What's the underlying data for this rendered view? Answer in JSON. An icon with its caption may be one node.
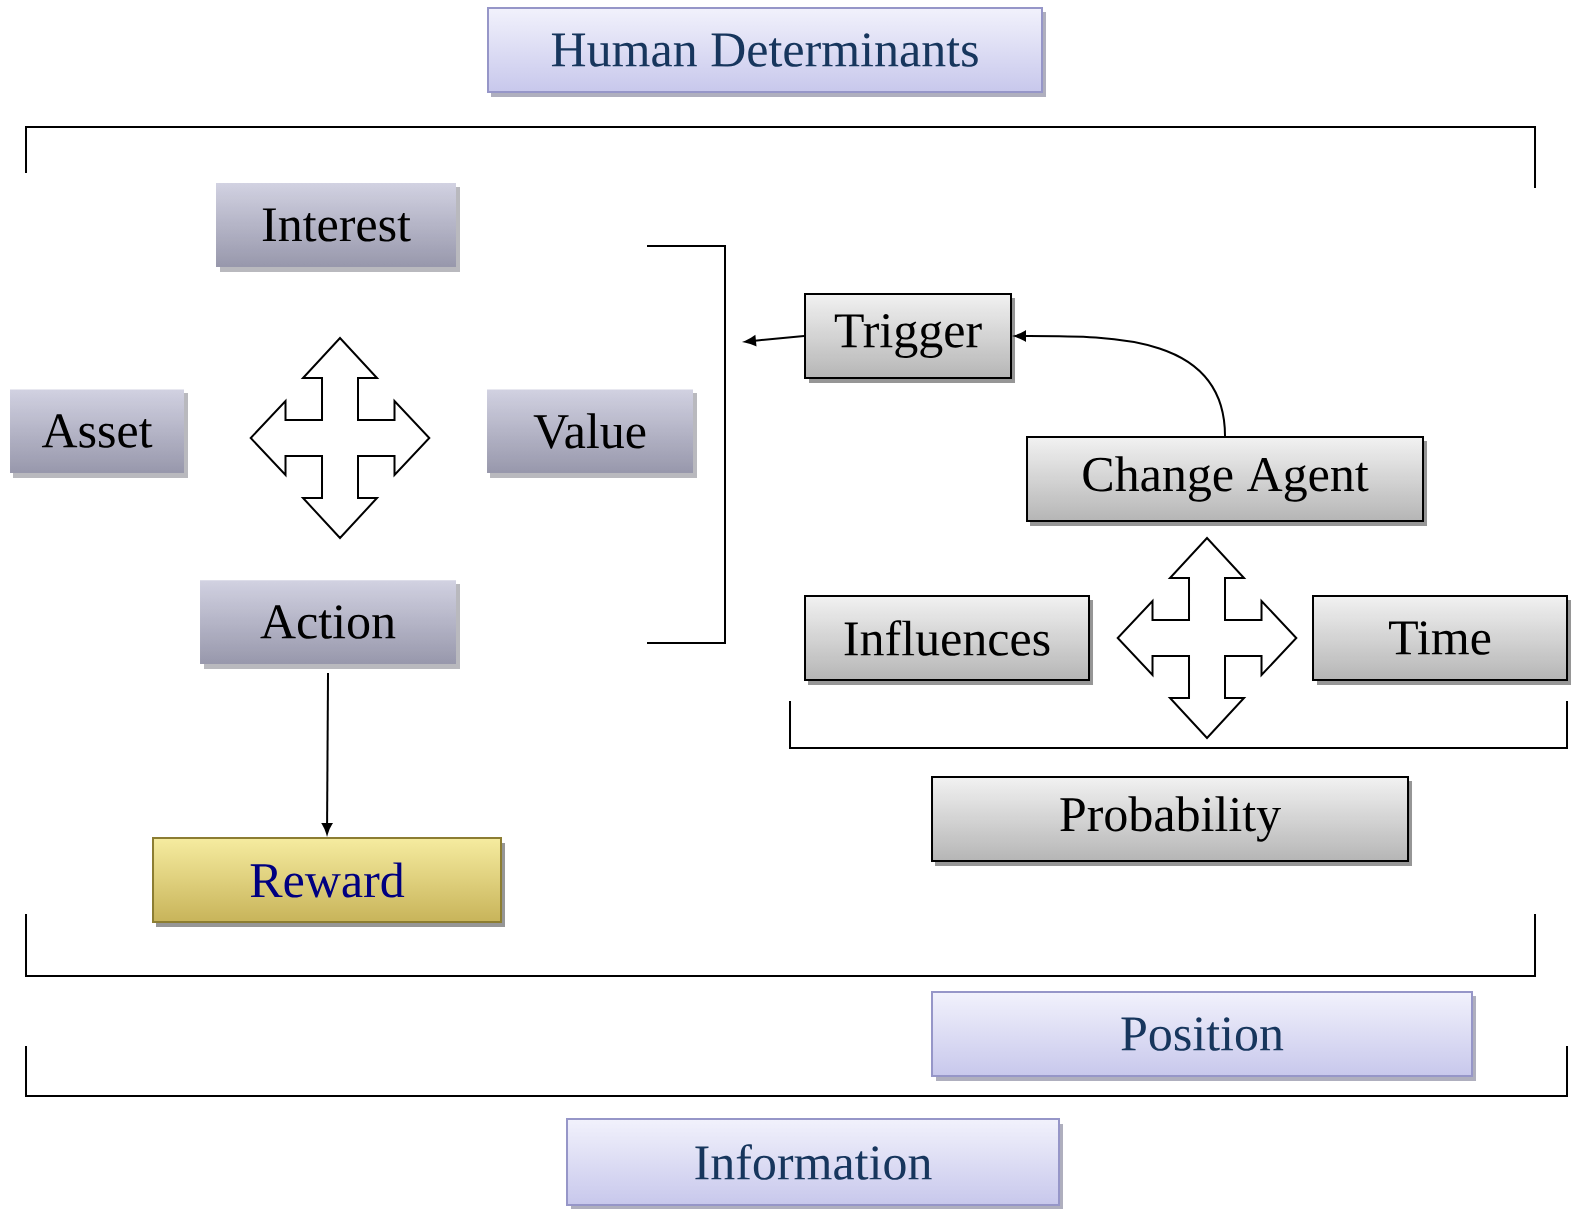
{
  "diagram": {
    "nodes": [
      {
        "text": [
          "Human Determinants"
        ]
      },
      {
        "text": [
          "Interest"
        ]
      },
      {
        "text": [
          "Asset"
        ]
      },
      {
        "text": [
          "Value"
        ]
      },
      {
        "text": [
          "Action"
        ]
      },
      {
        "text": [
          "Reward"
        ]
      },
      {
        "text": [
          "Trigger"
        ]
      },
      {
        "text": [
          "Change Agent"
        ]
      },
      {
        "text": [
          "Influences"
        ]
      },
      {
        "text": [
          "Time"
        ]
      },
      {
        "text": [
          "Probability"
        ]
      },
      {
        "text": [
          "Position"
        ]
      },
      {
        "text": [
          "Information"
        ]
      }
    ],
    "edges": [
      {
        "from": 4,
        "to": 5,
        "arrow": "to"
      },
      {
        "from": 7,
        "to": 6,
        "arrow": "to"
      },
      {
        "from": 6,
        "to": null,
        "arrow": "to"
      },
      {
        "from": 1,
        "to": 4,
        "arrow": "both"
      },
      {
        "from": 2,
        "to": 3,
        "arrow": "both"
      },
      {
        "from": 7,
        "to": 10,
        "arrow": "both"
      },
      {
        "from": 8,
        "to": 9,
        "arrow": "both"
      }
    ]
  }
}
